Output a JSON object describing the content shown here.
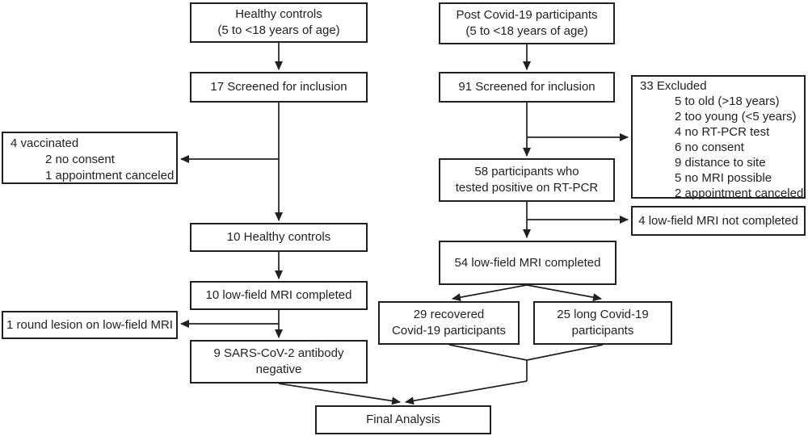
{
  "colors": {
    "line": "#231f20",
    "background": "#ffffff"
  },
  "nodes": {
    "healthy_header": {
      "lines": [
        "Healthy controls",
        "(5 to <18 years of age)"
      ]
    },
    "healthy_screened": {
      "lines": [
        "17 Screened for inclusion"
      ]
    },
    "healthy_excluded": {
      "lines": [
        "4 vaccinated",
        "2 no consent",
        "1 appointment canceled"
      ]
    },
    "healthy_included": {
      "lines": [
        "10 Healthy controls"
      ]
    },
    "healthy_mri": {
      "lines": [
        "10 low-field MRI completed"
      ]
    },
    "healthy_lesion": {
      "lines": [
        "1 round lesion on low-field MRI"
      ]
    },
    "healthy_antibody": {
      "lines": [
        "9 SARS-CoV-2 antibody",
        "negative"
      ]
    },
    "covid_header": {
      "lines": [
        "Post Covid-19 participants",
        "(5 to <18 years of age)"
      ]
    },
    "covid_screened": {
      "lines": [
        "91 Screened for inclusion"
      ]
    },
    "covid_excluded": {
      "lines": [
        "33 Excluded",
        "5 to old (>18 years)",
        "2 too young (<5 years)",
        "4 no RT-PCR test",
        "6 no consent",
        "9 distance to site",
        "5 no MRI possible",
        "2 appointment canceled"
      ]
    },
    "covid_positive": {
      "lines": [
        "58 participants who",
        "tested positive on RT-PCR"
      ]
    },
    "covid_mri_not": {
      "lines": [
        "4 low-field MRI not completed"
      ]
    },
    "covid_mri": {
      "lines": [
        "54 low-field MRI completed"
      ]
    },
    "covid_recovered": {
      "lines": [
        "29 recovered",
        "Covid-19 participants"
      ]
    },
    "covid_long": {
      "lines": [
        "25 long Covid-19",
        "participants"
      ]
    },
    "final_analysis": {
      "lines": [
        "Final Analysis"
      ]
    }
  },
  "edges": [
    {
      "from": "healthy_header",
      "to": "healthy_screened"
    },
    {
      "from": "healthy_screened",
      "to": "healthy_excluded"
    },
    {
      "from": "healthy_screened",
      "to": "healthy_included"
    },
    {
      "from": "healthy_included",
      "to": "healthy_mri"
    },
    {
      "from": "healthy_mri",
      "to": "healthy_lesion"
    },
    {
      "from": "healthy_mri",
      "to": "healthy_antibody"
    },
    {
      "from": "healthy_antibody",
      "to": "final_analysis"
    },
    {
      "from": "covid_header",
      "to": "covid_screened"
    },
    {
      "from": "covid_screened",
      "to": "covid_excluded"
    },
    {
      "from": "covid_screened",
      "to": "covid_positive"
    },
    {
      "from": "covid_positive",
      "to": "covid_mri_not"
    },
    {
      "from": "covid_positive",
      "to": "covid_mri"
    },
    {
      "from": "covid_mri",
      "to": "covid_recovered"
    },
    {
      "from": "covid_mri",
      "to": "covid_long"
    },
    {
      "from": "covid_recovered",
      "to": "final_analysis"
    },
    {
      "from": "covid_long",
      "to": "final_analysis"
    }
  ]
}
